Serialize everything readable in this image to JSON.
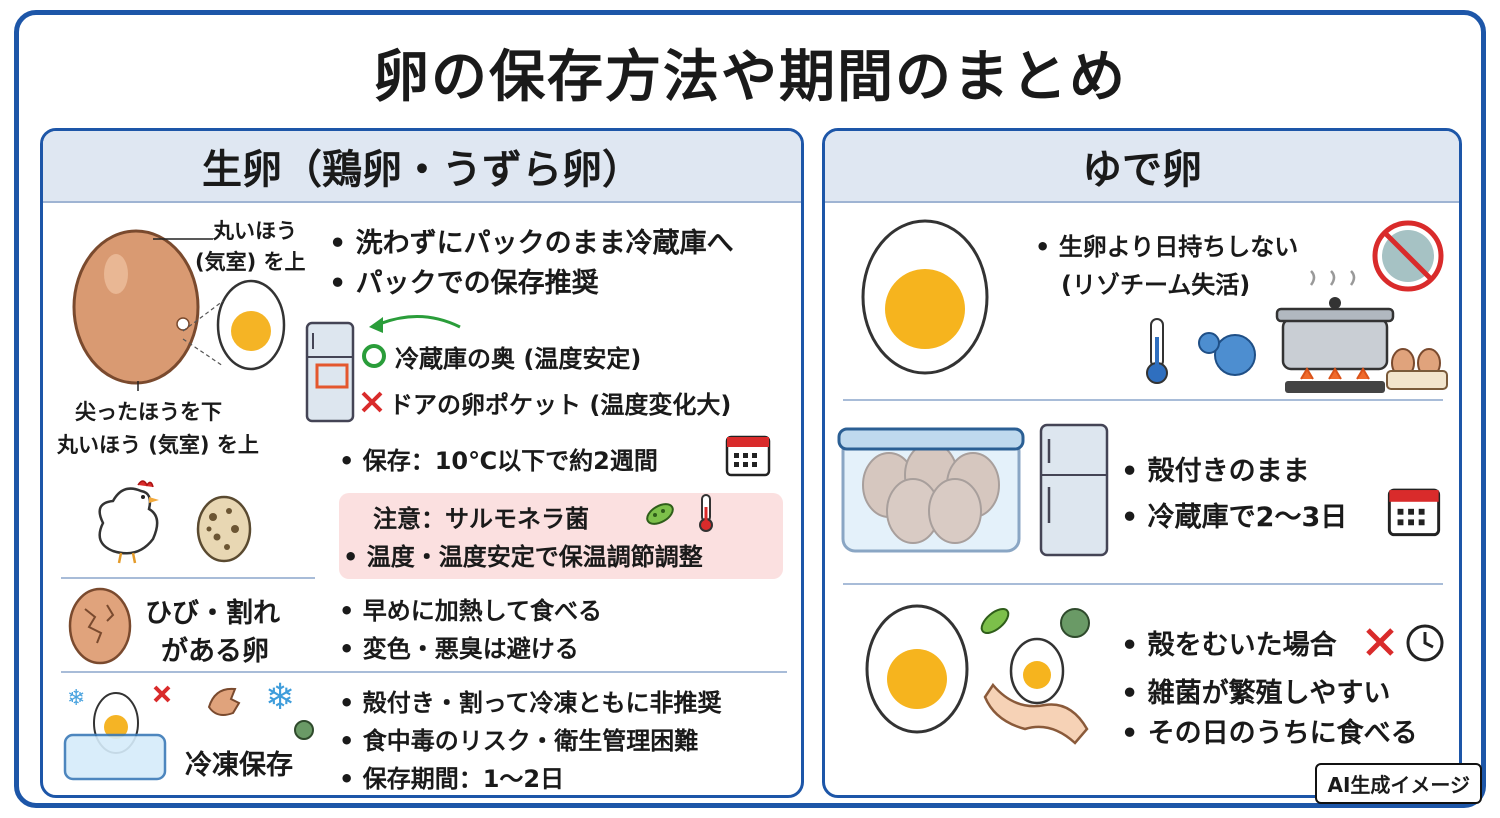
{
  "title": "卵の保存方法や期間のまとめ",
  "raw_panel": {
    "heading": "生卵（鶏卵・うずら卵）",
    "egg_top_label": [
      "丸いほう",
      "(気室) を上"
    ],
    "egg_bottom_label": [
      "尖ったほうを下",
      "丸いほう (気室) を上"
    ],
    "bullets_top": [
      "• 洗わずにパックのまま冷蔵庫へ",
      "• パックでの保存推奨"
    ],
    "fridge_good": "冷蔵庫の奥 (温度安定)",
    "fridge_bad": "ドアの卵ポケット (温度変化大)",
    "storage": "• 保存：10℃以下で約2週間",
    "notice_title": "注意：サルモネラ菌",
    "notice_text": "• 温度・温度安定で保温調節調整",
    "cracked_label": [
      "ひび・割れ",
      "がある卵"
    ],
    "cracked_bullets": [
      "• 早めに加熱して食べる",
      "• 変色・悪臭は避ける"
    ],
    "freeze_label": "冷凍保存",
    "freeze_bullets": [
      "• 殻付き・割って冷凍ともに非推奨",
      "• 食中毒のリスク・衛生管理困難",
      "• 保存期間：1〜2日"
    ]
  },
  "boiled_panel": {
    "heading": "ゆで卵",
    "section1": [
      "• 生卵より日持ちしない",
      "(リゾチーム失活)"
    ],
    "section2": [
      "• 殻付きのまま",
      "• 冷蔵庫で2〜3日"
    ],
    "section3": [
      "• 殻をむいた場合",
      "• 雑菌が繁殖しやすい",
      "• その日のうちに食べる"
    ]
  },
  "badge": "AI生成イメージ",
  "colors": {
    "frame": "#1d56a8",
    "header_bg": "#dfe7f2",
    "notice_bg": "#fbe0e0",
    "ok": "#2a9d3a",
    "ng": "#d92b2b"
  },
  "icons": [
    "egg-icon",
    "boiled-egg-icon",
    "fridge-icon",
    "calendar-icon",
    "chicken-icon",
    "quail-egg-icon",
    "cracked-egg-icon",
    "freezer-container-icon",
    "snowflake-icon",
    "bacteria-icon",
    "thermometer-icon",
    "pot-on-stove-icon",
    "no-bacteria-icon",
    "egg-carton-icon",
    "clock-icon",
    "hand-holding-egg-icon",
    "check-circle-icon",
    "cross-icon"
  ]
}
